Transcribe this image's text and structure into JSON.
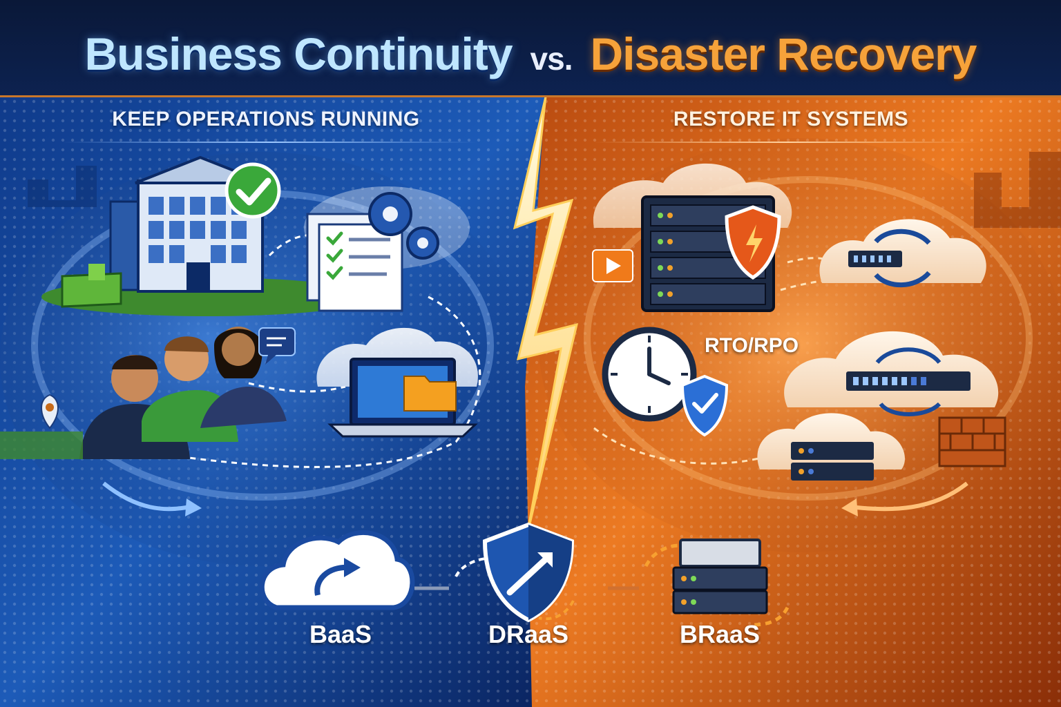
{
  "title": {
    "left": "Business Continuity",
    "vs": "vs.",
    "right": "Disaster Recovery"
  },
  "left_panel": {
    "subheading": "KEEP OPERATIONS RUNNING",
    "icons": [
      "office-building-icon",
      "checkmark-badge-icon",
      "checklist-document-icon",
      "gears-icon",
      "team-people-icon",
      "chat-bubble-icon",
      "laptop-icon",
      "folder-icon",
      "location-pin-icon",
      "cloud-icon"
    ]
  },
  "right_panel": {
    "subheading": "RESTORE IT SYSTEMS",
    "rto_label": "RTO/RPO",
    "icons": [
      "server-rack-icon",
      "shield-icon",
      "play-icon",
      "clock-icon",
      "shield-check-icon",
      "cloud-sync-icon",
      "hard-drive-icon",
      "server-icon"
    ]
  },
  "services": [
    {
      "label": "BaaS",
      "icon": "cloud-upload-icon"
    },
    {
      "label": "DRaaS",
      "icon": "shield-arrow-icon"
    },
    {
      "label": "BRaaS",
      "icon": "server-stack-icon"
    }
  ],
  "colors": {
    "left_theme": "#1b4fa3",
    "right_theme": "#e2661a",
    "title_left": "#bfe6ff",
    "title_right": "#f6a23a",
    "lightning": "#ffe9a8"
  }
}
